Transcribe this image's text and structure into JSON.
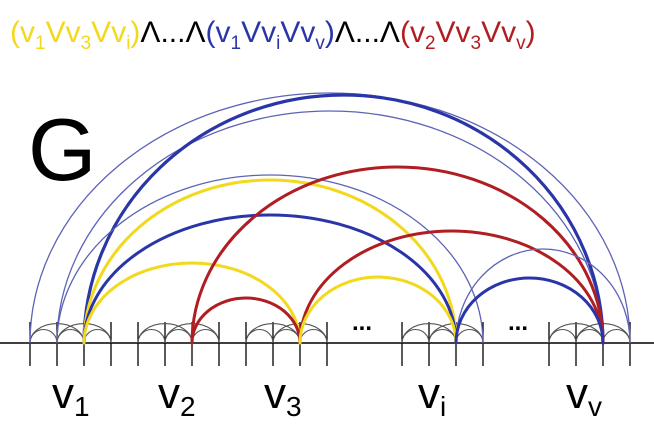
{
  "formula": {
    "clauses": [
      {
        "color": "#f2d91e",
        "literals": [
          {
            "base": "v",
            "sub": "1"
          },
          {
            "base": "v",
            "sub": "3"
          },
          {
            "base": "v",
            "sub": "i"
          }
        ]
      },
      {
        "color": "#2a35a8",
        "literals": [
          {
            "base": "v",
            "sub": "1"
          },
          {
            "base": "v",
            "sub": "i"
          },
          {
            "base": "v",
            "sub": "v"
          }
        ]
      },
      {
        "color": "#b01d22",
        "literals": [
          {
            "base": "v",
            "sub": "2"
          },
          {
            "base": "v",
            "sub": "3"
          },
          {
            "base": "v",
            "sub": "v"
          }
        ]
      }
    ],
    "open": "(",
    "close": ")",
    "or_symbol": "V",
    "conjunction": "Λ...Λ"
  },
  "graph": {
    "label": "G",
    "gadgets": [
      {
        "base": "v",
        "sub": "1"
      },
      {
        "base": "v",
        "sub": "2"
      },
      {
        "base": "v",
        "sub": "3"
      },
      {
        "base": "v",
        "sub": "i"
      },
      {
        "base": "v",
        "sub": "v"
      }
    ],
    "ellipsis": "..."
  }
}
